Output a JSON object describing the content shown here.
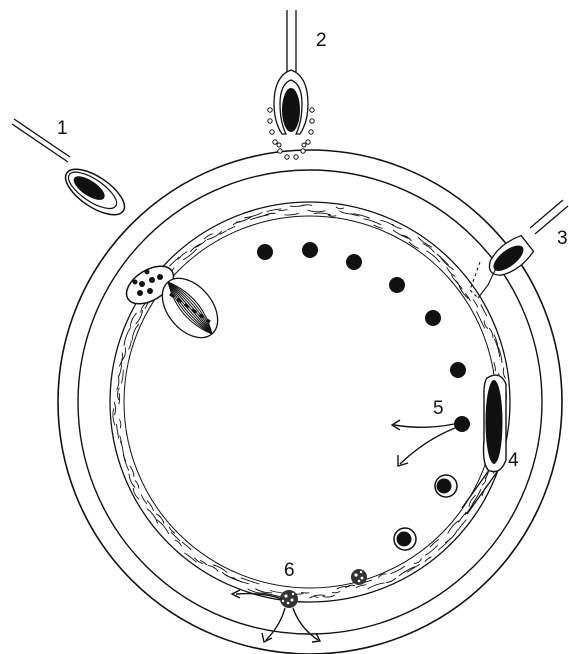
{
  "labels": {
    "stage_1": "1",
    "stage_2": "2",
    "stage_3": "3",
    "stage_4": "4",
    "stage_5": "5",
    "stage_6": "6"
  },
  "colors": {
    "ink": "#111111",
    "background": "#ffffff"
  }
}
